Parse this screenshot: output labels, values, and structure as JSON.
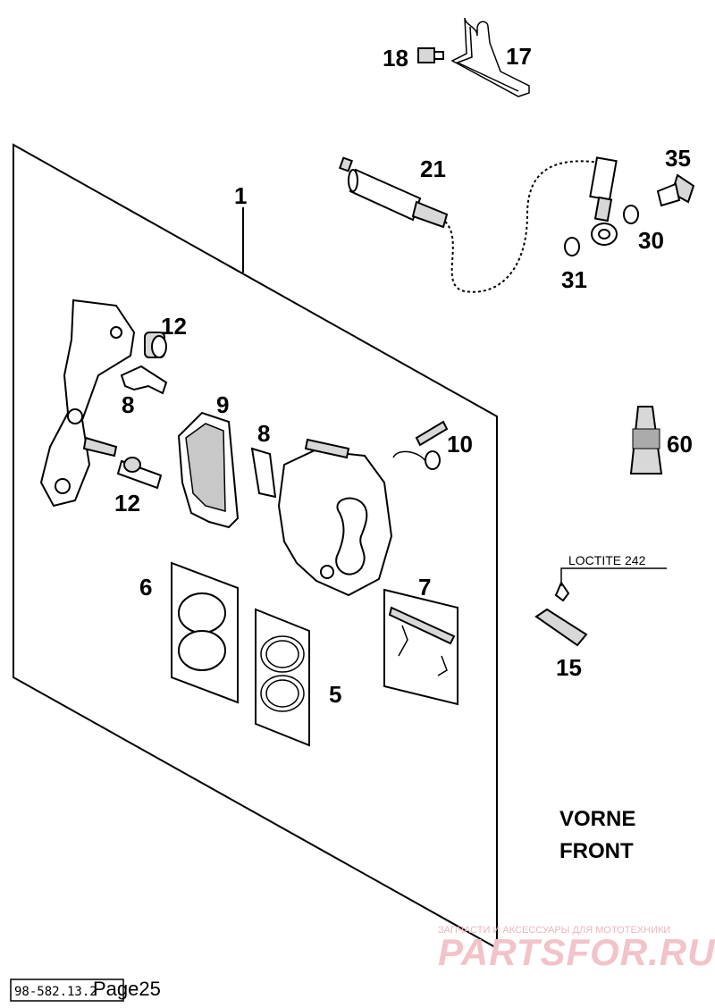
{
  "diagram": {
    "callouts": {
      "c1": "1",
      "c5": "5",
      "c6": "6",
      "c7": "7",
      "c8a": "8",
      "c8b": "8",
      "c9": "9",
      "c10": "10",
      "c12a": "12",
      "c12b": "12",
      "c15": "15",
      "c17": "17",
      "c18": "18",
      "c21": "21",
      "c30": "30",
      "c31": "31",
      "c35": "35",
      "c60": "60"
    },
    "loctite_label": "LOCTITE 242",
    "direction_line1": "VORNE",
    "direction_line2": "FRONT"
  },
  "watermark": {
    "tagline": "ЗАПЧАСТИ И АКСЕССУАРЫ ДЛЯ МОТОТЕХНИКИ",
    "brand": "PARTSFOR.RU"
  },
  "footer": {
    "drawing_code": "98-582.13.2",
    "page_label": "Page25"
  }
}
